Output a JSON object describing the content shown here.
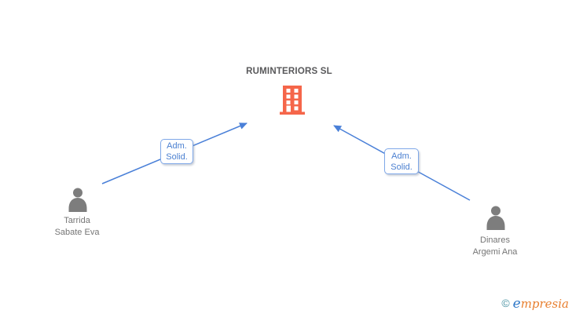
{
  "diagram": {
    "company": {
      "name": "RUMINTERIORS SL"
    },
    "relations": [
      {
        "line1": "Adm.",
        "line2": "Solid."
      },
      {
        "line1": "Adm.",
        "line2": "Solid."
      }
    ],
    "persons": [
      {
        "line1": "Tarrida",
        "line2": "Sabate Eva"
      },
      {
        "line1": "Dinares",
        "line2": "Argemi Ana"
      }
    ]
  },
  "footer": {
    "copyright_symbol": "© ",
    "logo_e": "e",
    "logo_rest": "mpresia"
  },
  "colors": {
    "arrow_blue": "#4a80d8",
    "label_border_blue": "#7fa8e8",
    "label_text_blue": "#4a7fd0",
    "building_orange": "#f5664a",
    "person_gray": "#7d7d7d",
    "name_text_gray": "#757575",
    "title_gray": "#58585a",
    "logo_copyright_teal": "#4a93a3",
    "logo_e_blue": "#2f78c8",
    "logo_text_orange": "#e87f2f"
  }
}
